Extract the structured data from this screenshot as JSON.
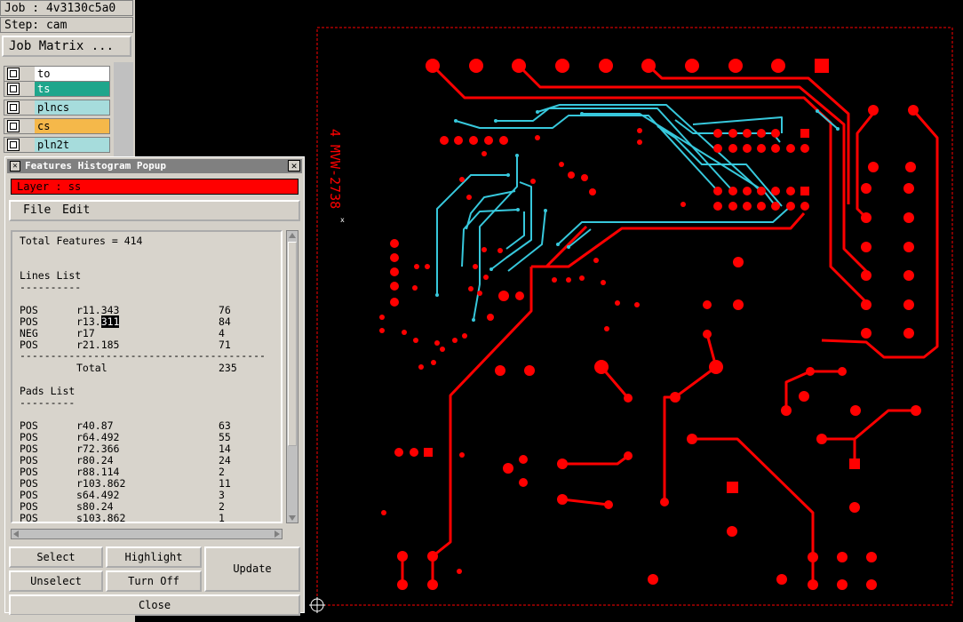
{
  "job": {
    "job_label": "Job : 4v3130c5a0",
    "step_label": "Step: cam",
    "matrix_button": "Job Matrix ..."
  },
  "layers": [
    {
      "name": "to",
      "color": "#ffffff"
    },
    {
      "name": "ts",
      "color": "#1fa68c"
    },
    {
      "name": "plncs",
      "color": "#a6dcdc"
    },
    {
      "name": "cs",
      "color": "#f5b84a"
    },
    {
      "name": "pln2t",
      "color": "#a6dcdc"
    }
  ],
  "popup": {
    "title": "Features Histogram Popup",
    "layer_label": "Layer :  ss",
    "menu": {
      "file": "File",
      "edit": "Edit"
    },
    "total_features": "Total Features = 414",
    "lines_header": "Lines List",
    "lines": [
      {
        "pol": "POS",
        "sym": "r11.343",
        "count": "76"
      },
      {
        "pol": "POS",
        "sym_a": "r13.",
        "sym_b": "311",
        "count": "84"
      },
      {
        "pol": "NEG",
        "sym": "r17",
        "count": "4"
      },
      {
        "pol": "POS",
        "sym": "r21.185",
        "count": "71"
      }
    ],
    "lines_total_label": "Total",
    "lines_total": "235",
    "pads_header": "Pads List",
    "pads": [
      {
        "pol": "POS",
        "sym": "r40.87",
        "count": "63"
      },
      {
        "pol": "POS",
        "sym": "r64.492",
        "count": "55"
      },
      {
        "pol": "POS",
        "sym": "r72.366",
        "count": "14"
      },
      {
        "pol": "POS",
        "sym": "r80.24",
        "count": "24"
      },
      {
        "pol": "POS",
        "sym": "r88.114",
        "count": "2"
      },
      {
        "pol": "POS",
        "sym": "r103.862",
        "count": "11"
      },
      {
        "pol": "POS",
        "sym": "s64.492",
        "count": "3"
      },
      {
        "pol": "POS",
        "sym": "s80.24",
        "count": "2"
      },
      {
        "pol": "POS",
        "sym": "s103.862",
        "count": "1"
      }
    ],
    "buttons": {
      "select": "Select",
      "highlight": "Highlight",
      "update": "Update",
      "unselect": "Unselect",
      "turn_off": "Turn Off",
      "close": "Close"
    }
  },
  "board": {
    "silk_text": "4 MVW-2738"
  },
  "colors": {
    "trace": "#ff0000",
    "highlight_trace": "#37c8dc",
    "layer_bar": "#ff0000"
  }
}
